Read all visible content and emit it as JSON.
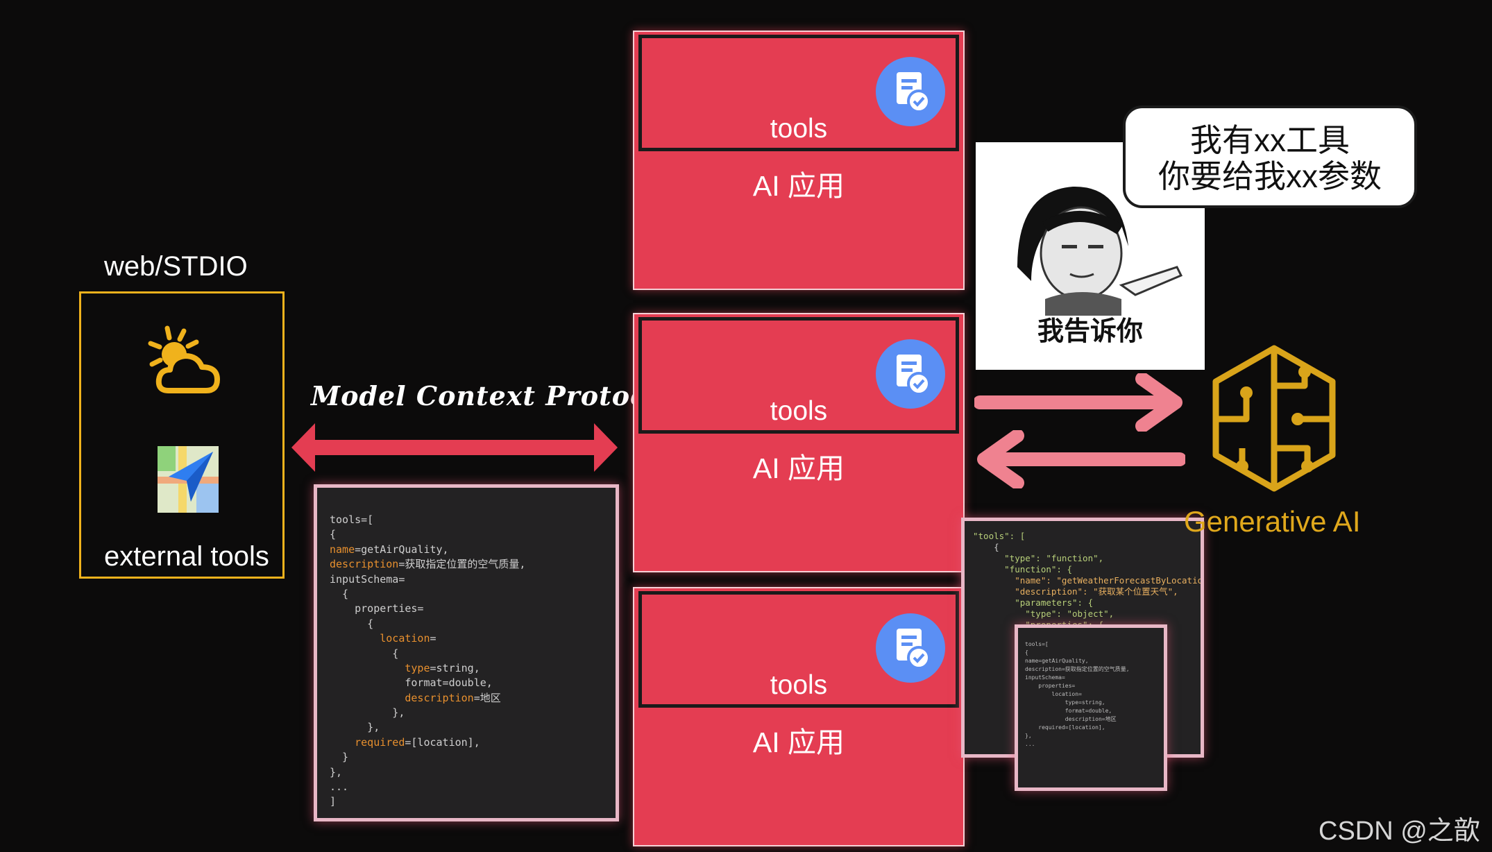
{
  "external": {
    "protocol_label": "web/STDIO",
    "tools_label": "external tools"
  },
  "protocol": {
    "label": "Model Context Protocol"
  },
  "code_main": {
    "lines": [
      "tools=[",
      "{",
      "name=getAirQuality,",
      "description=获取指定位置的空气质量,",
      "inputSchema=",
      "  {",
      "    properties=",
      "      {",
      "        location=",
      "          {",
      "            type=string,",
      "            format=double,",
      "            description=地区",
      "          },",
      "      },",
      "    required=[location],",
      "  }",
      "},",
      "...",
      "]"
    ]
  },
  "cards": [
    {
      "tools": "tools",
      "app": "AI 应用"
    },
    {
      "tools": "tools",
      "app": "AI 应用"
    },
    {
      "tools": "tools",
      "app": "AI 应用"
    }
  ],
  "meme": {
    "caption": "我告诉你",
    "bubble_line1": "我有xx工具",
    "bubble_line2": "你要给我xx参数"
  },
  "generative": {
    "label": "Generative AI"
  },
  "code_big": {
    "lines": [
      "\"tools\": [",
      "    {",
      "      \"type\": \"function\",",
      "      \"function\": {",
      "        \"name\": \"getWeatherForecastByLocation\",",
      "        \"description\": \"获取某个位置天气\",",
      "        \"parameters\": {",
      "          \"type\": \"object\",",
      "          \"properties\": {"
    ]
  },
  "watermark": "CSDN @之歆",
  "colors": {
    "card_red": "#e43d52",
    "accent_gold": "#e0a81c",
    "arrow_red": "#e43d52",
    "arrow_pink": "#ef8290",
    "icon_blue": "#5b8ff4"
  }
}
